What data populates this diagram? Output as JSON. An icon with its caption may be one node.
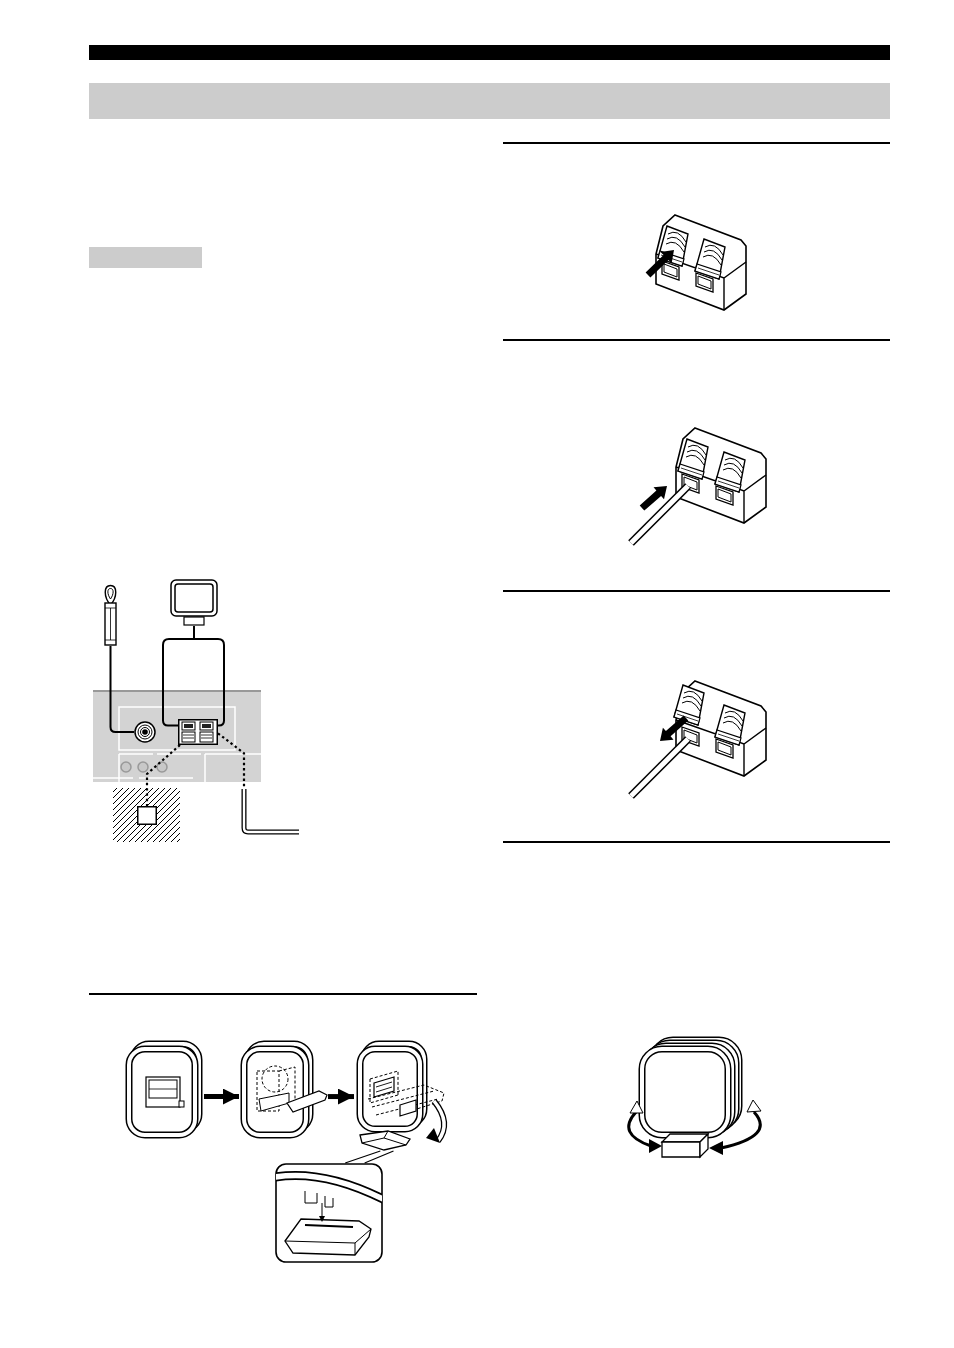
{
  "diagram": {
    "nodes": [
      {
        "text": [],
        "shape": "bar"
      },
      {
        "text": [],
        "shape": "bar"
      },
      {
        "text": [],
        "shape": "picture"
      },
      {
        "text": [],
        "shape": "picture"
      },
      {
        "text": [],
        "shape": "picture"
      },
      {
        "text": [],
        "shape": "circle",
        "in": 4
      },
      {
        "text": [],
        "shape": "box",
        "in": 4
      },
      {
        "text": [],
        "shape": "box"
      },
      {
        "text": [],
        "shape": "picture"
      },
      {
        "text": [],
        "shape": "picture"
      },
      {
        "text": [],
        "shape": "picture"
      },
      {
        "text": [],
        "shape": "picture"
      },
      {
        "text": [],
        "shape": "picture"
      }
    ],
    "edges": [
      {
        "from": 2,
        "to": 5,
        "arrow": "none"
      },
      {
        "from": 3,
        "to": 6,
        "arrow": "none"
      },
      {
        "from": 6,
        "to": 7,
        "arrow": "none",
        "style": "dashed"
      },
      {
        "from": 6,
        "to": 8,
        "arrow": "none",
        "style": "dashed"
      },
      {
        "from": 9,
        "to": 10,
        "arrow": "to",
        "style": "thick"
      },
      {
        "from": 10,
        "to": 11,
        "arrow": "to",
        "style": "thick"
      },
      {
        "from": 11,
        "to": 12,
        "arrow": "none"
      }
    ]
  }
}
